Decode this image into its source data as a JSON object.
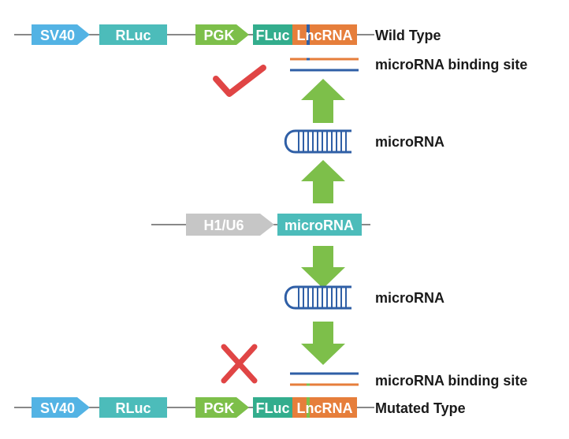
{
  "colors": {
    "blue": "#53b3e4",
    "teal": "#4cbcba",
    "green": "#7dbf4a",
    "dark_green": "#33ad8d",
    "orange": "#e67e3b",
    "gray": "#c6c6c6",
    "line": "#888888",
    "dark_blue": "#2f5fa6",
    "arrow_green": "#7dbf4a",
    "red": "#e04545"
  },
  "wild_type": {
    "sv40": "SV40",
    "rluc": "RLuc",
    "pgk": "PGK",
    "fluc": "FLuc",
    "lncrna": "LncRNA",
    "label": "Wild Type",
    "site_label": "microRNA binding site",
    "mark_icon": "check-icon"
  },
  "expression": {
    "promoter": "H1/U6",
    "mirna": "microRNA",
    "upper_label": "microRNA",
    "lower_label": "microRNA"
  },
  "mutated_type": {
    "sv40": "SV40",
    "rluc": "RLuc",
    "pgk": "PGK",
    "fluc": "FLuc",
    "lncrna": "LncRNA",
    "label": "Mutated Type",
    "site_label": "microRNA binding site",
    "mark_icon": "cross-icon"
  }
}
